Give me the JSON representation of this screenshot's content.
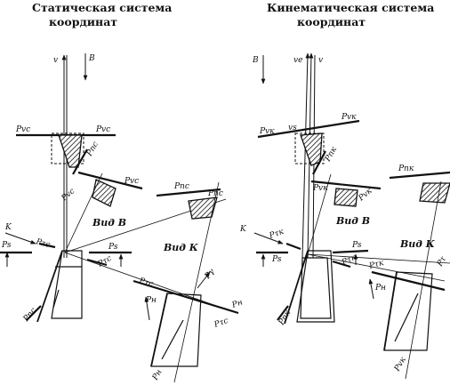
{
  "titles": {
    "static_line1": "Статическая система",
    "static_line2": "координат",
    "kinematic_line1": "Кинематическая система",
    "kinematic_line2": "координат"
  },
  "static": {
    "v": "v",
    "b": "B",
    "p_vc_left": "Pvc",
    "p_vc_right": "Pvc",
    "p_pc_rake": "Pпс",
    "p_vc_view_left": "Pvc",
    "p_vc_view_right": "Pvc",
    "view_b": "Вид В",
    "view_k": "Вид К",
    "k": "K",
    "p_s_left": "Ps",
    "p_tc_left": "Pτс",
    "p_s_right": "Ps",
    "p_tc_right": "Pτс",
    "p_nc_top_left": "Pпс",
    "p_nc_top_right": "Pпс",
    "p_tc_long": "Pτс",
    "p_n_left": "Pн",
    "p_n_right": "Pн",
    "p_tc_bottom": "Pτс",
    "p_y": "Pγ",
    "p_nc_bottom": "Pпс",
    "p_h_bottom": "Pн"
  },
  "kinematic": {
    "v": "v",
    "ve": "ve",
    "b": "B",
    "vs": "vs",
    "p_vk_left": "Pvк",
    "p_vk_right": "Pvк",
    "p_nk_rake": "Pпк",
    "p_vk_view_left": "Pvк",
    "p_vk_view_right": "Pvк",
    "view_b": "Вид В",
    "view_k": "Вид К",
    "k": "K",
    "p_tk_left": "Pτк",
    "p_s_left": "Ps",
    "p_s_right": "Ps",
    "p_tk_right": "Pτк",
    "p_nk_top": "Pпк",
    "p_tk_long": "Pτк",
    "p_h": "Pн",
    "p_nk_bottom": "Pпк",
    "p_vk_bottom": "Pvк",
    "p_tk_edge": "Pτ"
  }
}
